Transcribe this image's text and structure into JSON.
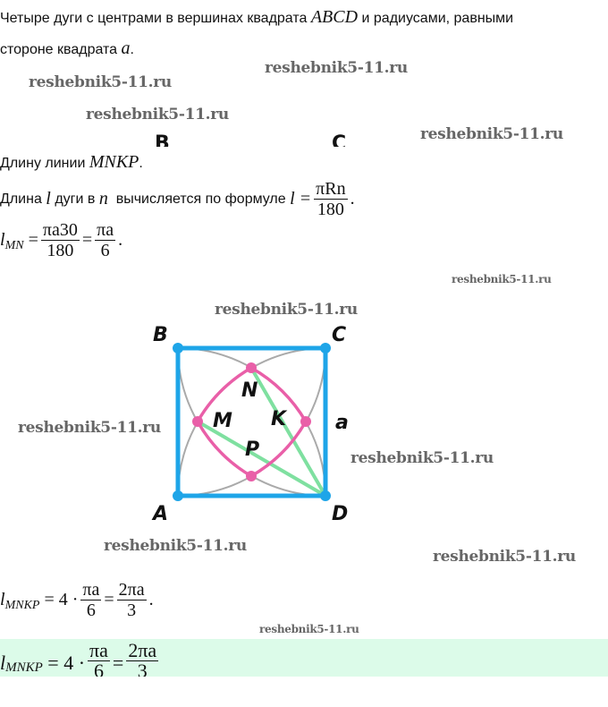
{
  "intro": {
    "line1": "Четыре дуги с центрами в вершинах квадрата",
    "abcd": "ABCD",
    "line1b": "и радиусами, равными",
    "line2": "стороне квадрата",
    "a": "a",
    "period": "."
  },
  "find": {
    "text": "Длину линии",
    "var": "MNKP",
    "period": "."
  },
  "formula_line": {
    "text1": "Длина",
    "l": "l",
    "text2": "дуги в",
    "n": "n",
    "text3": "вычисляется по формуле",
    "lhs": "l =",
    "num": "πRn",
    "den": "180",
    "period": "."
  },
  "lmn": {
    "lhs": "l",
    "sub": "MN",
    "eq": "=",
    "num1": "πa30",
    "den1": "180",
    "eq2": "=",
    "num2": "πa",
    "den2": "6",
    "period": "."
  },
  "lmnkp": {
    "lhs": "l",
    "sub": "MNKP",
    "eq": "= 4 ·",
    "num1": "πa",
    "den1": "6",
    "eq2": "=",
    "num2": "2πa",
    "den2": "3",
    "period": "."
  },
  "answer": {
    "lhs": "l",
    "sub": "MNKP",
    "eq": "= 4 ·",
    "num1": "πa",
    "den1": "6",
    "eq2": "=",
    "num2": "2πa",
    "den2": "3"
  },
  "figure": {
    "labels": {
      "A": "A",
      "B": "B",
      "C": "C",
      "D": "D",
      "M": "M",
      "N": "N",
      "K": "K",
      "P": "P",
      "side": "a"
    },
    "colors": {
      "square": "#1ea5e8",
      "curve": "#e95fa8",
      "arcs": "#aaaaaa",
      "lines": "#7fe0a0"
    }
  },
  "cropped_labels": {
    "B": "B",
    "C": "C"
  },
  "watermark": "reshebnik5-11.ru"
}
